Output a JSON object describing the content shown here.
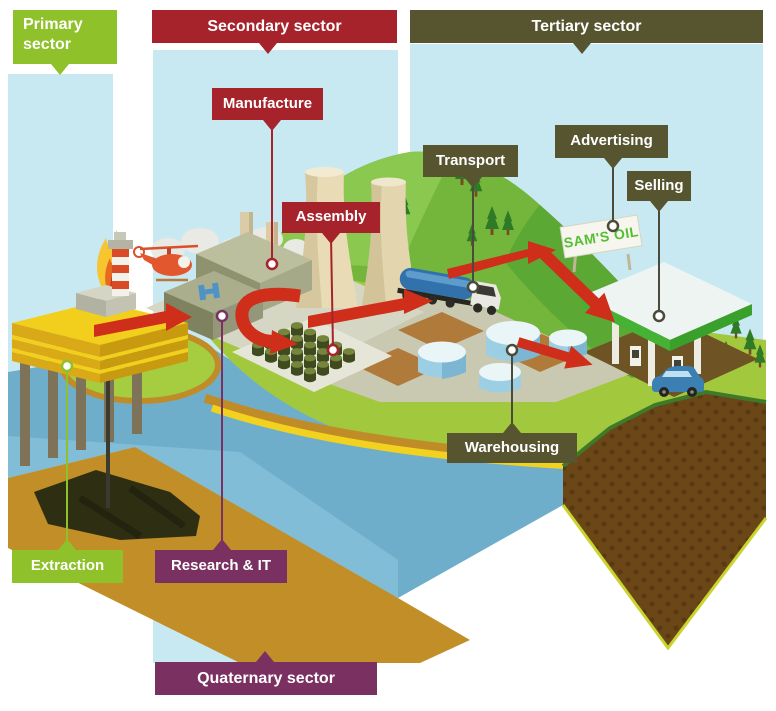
{
  "palette": {
    "band": "#C8E9F2",
    "primary_green": "#8FC12A",
    "secondary_red": "#A6232C",
    "tertiary_olive": "#575430",
    "quaternary_purple": "#7A3161",
    "arrow_red": "#CF2E1B",
    "connector_dark": "#4B4B3C",
    "billboard_green": "#55BE34",
    "label_text": "#FFFFFF"
  },
  "sectors": {
    "primary": {
      "label": "Primary sector"
    },
    "secondary": {
      "label": "Secondary sector"
    },
    "tertiary": {
      "label": "Tertiary sector"
    },
    "quaternary": {
      "label": "Quaternary sector"
    }
  },
  "stages": {
    "extraction": {
      "label": "Extraction"
    },
    "manufacture": {
      "label": "Manufacture"
    },
    "assembly": {
      "label": "Assembly"
    },
    "transport": {
      "label": "Transport"
    },
    "advertising": {
      "label": "Advertising"
    },
    "selling": {
      "label": "Selling"
    },
    "warehousing": {
      "label": "Warehousing"
    },
    "research_it": {
      "label": "Research & IT"
    }
  },
  "scene": {
    "billboard_text": "SAM'S OIL"
  }
}
